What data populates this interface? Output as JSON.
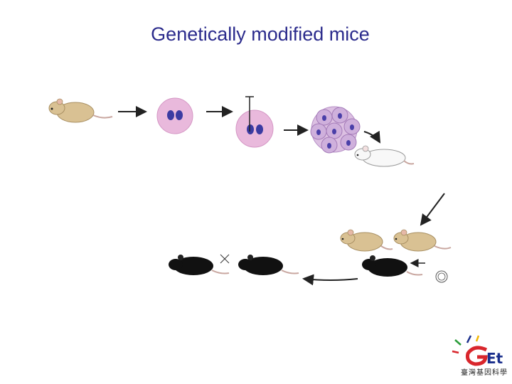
{
  "title": "Genetically modified mice",
  "logo": {
    "brand": "GEt",
    "subtitle": "臺灣基因科學",
    "colors": {
      "red": "#d9262c",
      "blue": "#1a2f8c",
      "yellow": "#f2b705",
      "green": "#2a9d3a"
    }
  },
  "colors": {
    "title": "#2b2b8c",
    "tan_mouse": "#d9c193",
    "black_mouse": "#111111",
    "cell": "#e9b9dc",
    "nucleus": "#3b3ba2",
    "arrow": "#222222"
  },
  "icons": [
    "copyright-icon",
    "cross-icon"
  ]
}
